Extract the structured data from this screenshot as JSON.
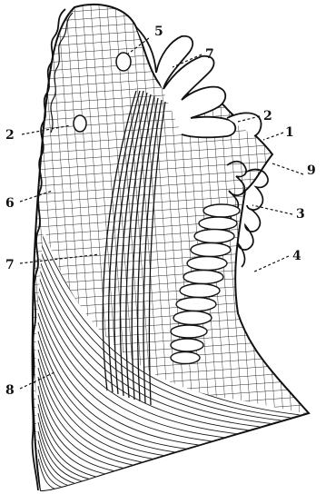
{
  "figure": {
    "labels": [
      {
        "id": "1",
        "text": "1"
      },
      {
        "id": "2a",
        "text": "2"
      },
      {
        "id": "2b",
        "text": "2"
      },
      {
        "id": "3",
        "text": "3"
      },
      {
        "id": "4",
        "text": "4"
      },
      {
        "id": "5",
        "text": "5"
      },
      {
        "id": "6",
        "text": "6"
      },
      {
        "id": "7a",
        "text": "7"
      },
      {
        "id": "7b",
        "text": "7"
      },
      {
        "id": "8",
        "text": "8"
      },
      {
        "id": "9",
        "text": "9"
      }
    ]
  },
  "colors": {
    "ink": "#111111",
    "paper": "#ffffff",
    "grid": "#2a2a2a",
    "shading": "#1a1a1a"
  }
}
